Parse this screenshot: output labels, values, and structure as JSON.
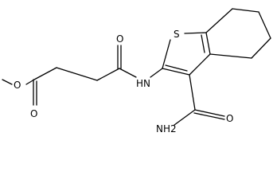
{
  "molecule": {
    "atom_labels": {
      "ester_oxygen": "O",
      "ester_carbonyl_oxygen": "O",
      "amide_carbonyl_oxygen": "O",
      "amide_nitrogen": "HN",
      "thiophene_sulfur": "S",
      "carboxamide_oxygen": "O",
      "carboxamide_nitrogen": "NH2"
    }
  }
}
